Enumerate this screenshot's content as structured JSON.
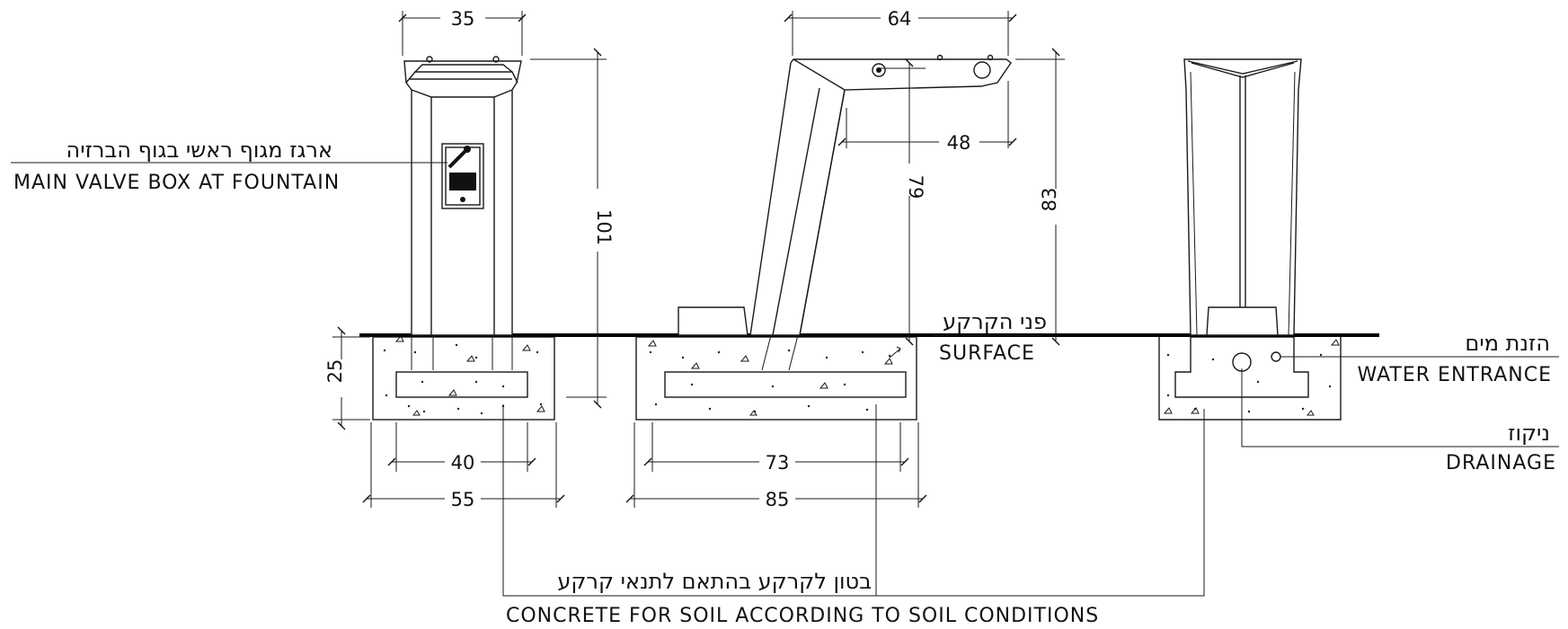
{
  "dimensions": {
    "front_top_width": "35",
    "front_height": "101",
    "front_depth": "25",
    "front_inner_base": "40",
    "front_outer_base": "55",
    "side_top_width": "64",
    "side_spout_offset": "48",
    "side_spout_height": "79",
    "side_total_height": "83",
    "side_inner_base": "73",
    "side_outer_base": "85"
  },
  "labels": {
    "valve_box_he": "ארגז מגוף ראשי בגוף הברזיה",
    "valve_box_en": "MAIN VALVE BOX AT FOUNTAIN",
    "surface_he": "פני הקרקע",
    "surface_en": "SURFACE",
    "water_entrance_he": "הזנת מים",
    "water_entrance_en": "WATER ENTRANCE",
    "drainage_he": "ניקוז",
    "drainage_en": "DRAINAGE",
    "concrete_he": "בטון לקרקע בהתאם לתנאי קרקע",
    "concrete_en": "CONCRETE FOR SOIL ACCORDING TO SOIL CONDITIONS"
  }
}
